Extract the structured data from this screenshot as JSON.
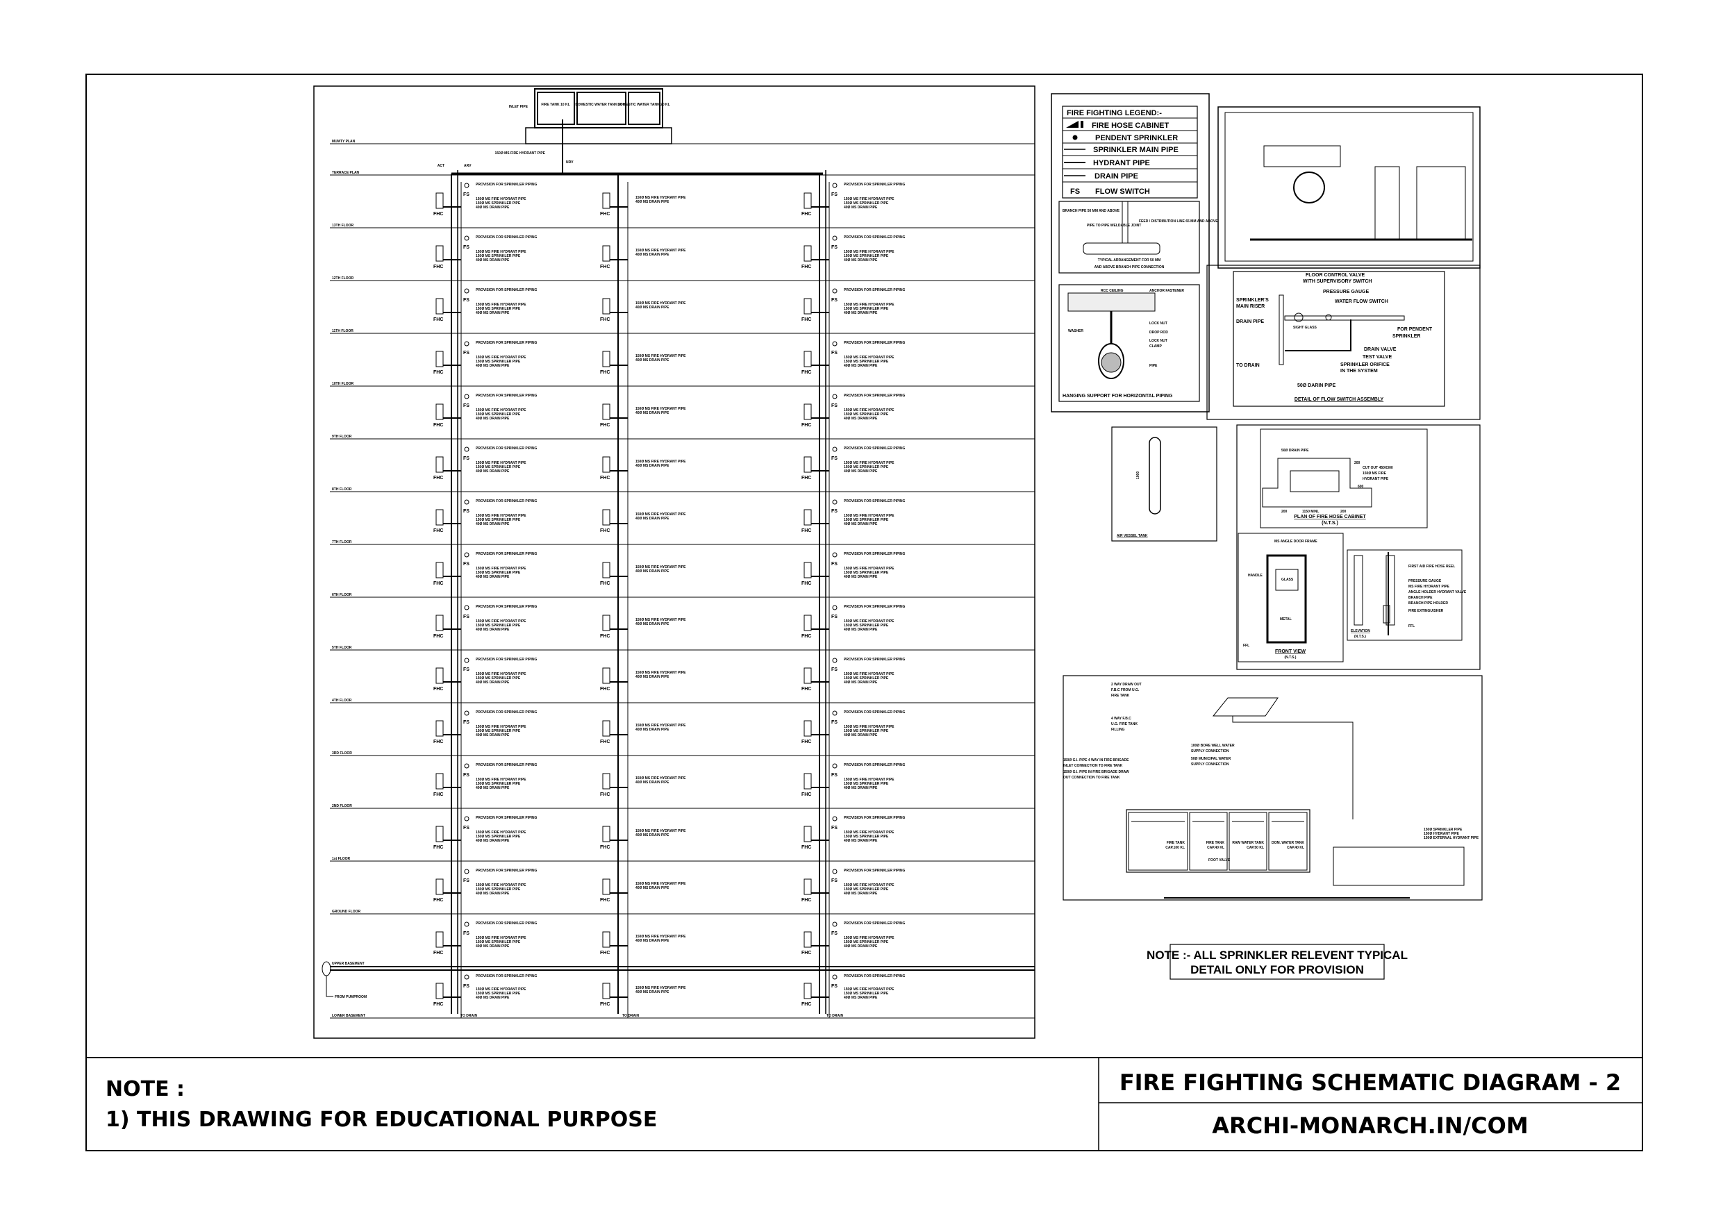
{
  "title_block": {
    "note_heading": "NOTE :",
    "note_line": "1) THIS DRAWING FOR EDUCATIONAL PURPOSE",
    "title": "FIRE FIGHTING SCHEMATIC DIAGRAM - 2",
    "website": "ARCHI-MONARCH.IN/COM"
  },
  "schematic": {
    "mumty_label": "MUMTY PLAN",
    "terrace_label": "TERRACE PLAN",
    "floors": [
      "13TH FLOOR",
      "12TH FLOOR",
      "11TH FLOOR",
      "10TH FLOOR",
      "9TH FLOOR",
      "8TH FLOOR",
      "7TH FLOOR",
      "6TH FLOOR",
      "5TH FLOOR",
      "4TH FLOOR",
      "3RD FLOOR",
      "2ND FLOOR",
      "1st FLOOR",
      "GROUND FLOOR"
    ],
    "upper_basement": "UPPER BASEMENT",
    "lower_basement": "LOWER BASEMENT",
    "from_pump_room": "FROM PUMPROOM",
    "to_drain": "TO DRAIN",
    "tanks": [
      "FIRE TANK 10 KL",
      "DOMESTIC WATER TANK 20 KL",
      "DOMESTIC WATER TANK 20 KL"
    ],
    "inlet_pipe": "INLET PIPE",
    "hydrant_riser": "150Ø MS FIRE HYDRANT PIPE",
    "fhc": "FHC",
    "fs": "FS",
    "act": "ACT",
    "arv": "ARV",
    "nrv": "NRV",
    "branch_labels": {
      "provision": "PROVISION FOR SPRINKLER PIPING",
      "hydrant": "150Ø MS FIRE HYDRANT PIPE",
      "sprinkler": "150Ø MS SPRINKLER PIPE",
      "drain": "40Ø MS DRAIN PIPE"
    }
  },
  "legend": {
    "title": "FIRE FIGHTING LEGEND:-",
    "items": [
      {
        "symbol": "fire-hose-cabinet",
        "label": "FIRE HOSE CABINET"
      },
      {
        "symbol": "pendent-sprinkler",
        "label": "PENDENT SPRINKLER"
      },
      {
        "symbol": "line",
        "label": "SPRINKLER MAIN PIPE"
      },
      {
        "symbol": "line",
        "label": "HYDRANT PIPE"
      },
      {
        "symbol": "line",
        "label": "DRAIN PIPE"
      },
      {
        "symbol": "FS",
        "label": "FLOW SWITCH"
      }
    ]
  },
  "branch_detail": {
    "labels": [
      "BRANCH PIPE 50 MM AND ABOVE",
      "PIPE TO PIPE WELDABLE JOINT",
      "FEED / DISTRIBUTION LINE 65 MM AND ABOVE"
    ],
    "caption1": "TYPICAL ARRANGEMENT FOR 50 MM",
    "caption2": "AND ABOVE BRANCH PIPE CONNECTION"
  },
  "hanging_support": {
    "labels": [
      "RCC CEILING",
      "ANCHOR FASTENER",
      "WASHER",
      "LOCK NUT",
      "DROP ROD",
      "LOCK NUT",
      "CLAMP",
      "PIPE"
    ],
    "caption": "HANGING SUPPORT FOR HORIZONTAL PIPING"
  },
  "flow_switch": {
    "labels": [
      "FLOOR CONTROL VALVE",
      "WITH SUPERVISORY SWITCH",
      "PRESSURE GAUGE",
      "WATER FLOW SWITCH",
      "SPRINKLER'S",
      "MAIN RISER",
      "DRAIN PIPE",
      "SIGHT GLASS",
      "FOR PENDENT",
      "SPRINKLER",
      "DRAIN VALVE",
      "TEST VALVE",
      "SPRINKLER ORIFICE",
      "IN THE SYSTEM",
      "50Ø DARIN PIPE",
      "TO DRAIN"
    ],
    "caption": "DETAIL OF FLOW SWITCH ASSEMBLY"
  },
  "air_vessel": {
    "caption": "AIR VESSEL TANK",
    "dimension": "1000"
  },
  "hose_cabinet_plan": {
    "labels": [
      "50Ø DRAIN PIPE",
      "200",
      "CUT OUT 450X300",
      "150Ø MS FIRE",
      "HYDRANT PIPE",
      "600",
      "200",
      "1150 MINL",
      "200"
    ],
    "caption": "PLAN OF FIRE HOSE CABINET",
    "nts": "(N.T.S.)"
  },
  "front_view": {
    "labels": [
      "MS ANGLE DOOR FRAME",
      "HANDLE",
      "GLASS",
      "METAL",
      "FFL"
    ],
    "caption": "FRONT VIEW",
    "nts": "(N.T.S.)"
  },
  "elevation": {
    "labels": [
      "FIRST AID FIRE HOSE REEL",
      "PRESSURE GAUGE",
      "MS FIRE HYDRANT PIPE",
      "ANGLE HOLDER HYDRANT VALVE",
      "BRANCH PIPE",
      "BRANCH PIPE HOLDER",
      "FIRE EXTINGUISHER",
      "FFL"
    ],
    "caption": "ELEVATION",
    "nts": "(N.T.S.)"
  },
  "tank_schematic": {
    "labels": [
      "2 WAY DRAW OUT",
      "F.B.C FROM U.G.",
      "FIRE TANK",
      "4 WAY F.B.C",
      "U.G. FIRE TANK",
      "FILLING",
      "100Ø BORE WELL WATER",
      "SUPPLY CONNECTION",
      "50Ø MUNICIPAL WATER",
      "SUPPLY CONNECTION",
      "150Ø G.I. PIPE 4 WAY IN FIRE BRIGADE",
      "INLET CONNECTION TO FIRE TANK",
      "150Ø G.I. PIPE IN FIRE BRIGADE DRAW",
      "OUT CONNECTION TO FIRE TANK"
    ],
    "tanks": [
      {
        "name": "FIRE TANK",
        "cap": "CAP.100 KL"
      },
      {
        "name": "FIRE TANK",
        "cap": "CAP.40 KL"
      },
      {
        "name": "RAW WATER TANK",
        "cap": "CAP.50 KL"
      },
      {
        "name": "DOM. WATER TANK",
        "cap": "CAP.40 KL"
      }
    ],
    "foot_valve": "FOOT VALVE",
    "pipes": [
      "150Ø SPRINKLER PIPE",
      "150Ø HYDRANT PIPE",
      "150Ø EXTERNAL HYDRANT PIPE"
    ]
  },
  "provision_note": {
    "line1": "NOTE :- ALL SPRINKLER RELEVENT TYPICAL",
    "line2": "DETAIL ONLY FOR PROVISION"
  }
}
